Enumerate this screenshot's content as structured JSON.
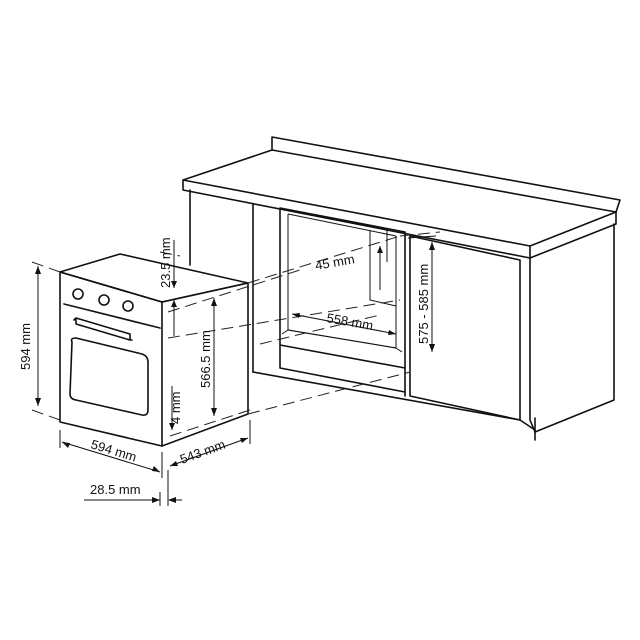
{
  "dimensions": {
    "oven_height": "594 mm",
    "oven_width": "594 mm",
    "oven_depth": "543 mm",
    "panel_offset": "28.5 mm",
    "panel_height": "23.5 mm",
    "body_height": "566.5 mm",
    "bottom_offset": "4 mm",
    "niche_offset": "45 mm",
    "niche_width": "558 mm",
    "niche_height": "575 - 585 mm"
  }
}
